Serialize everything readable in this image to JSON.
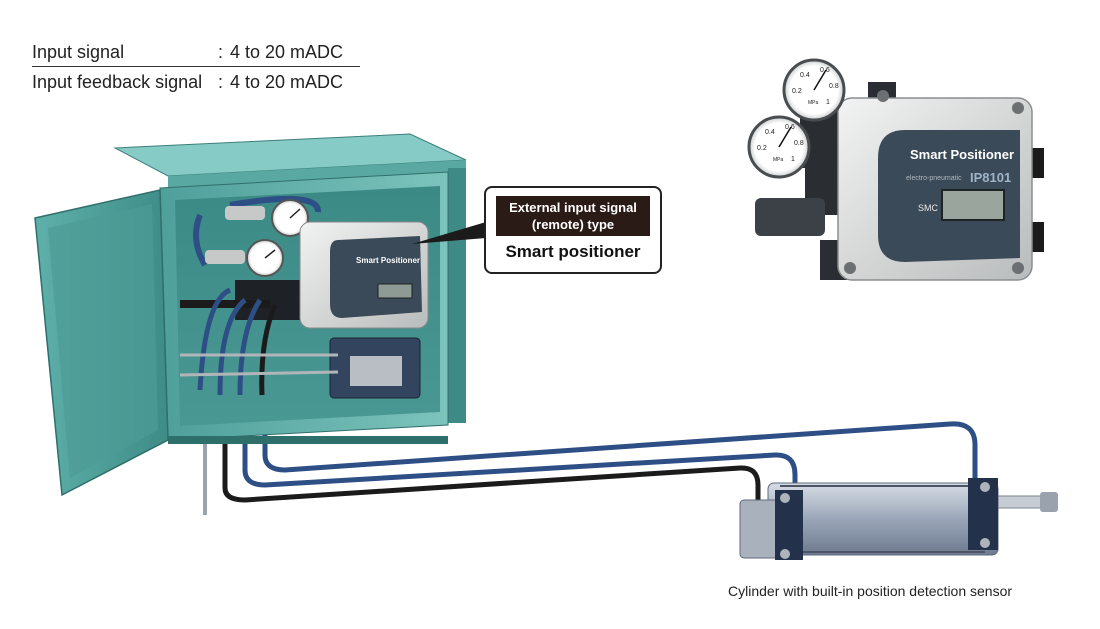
{
  "specs": [
    {
      "label": "Input signal",
      "separator": ":",
      "value": "4 to 20 mADC"
    },
    {
      "label": "Input feedback signal",
      "separator": ":",
      "value": "4 to 20 mADC"
    }
  ],
  "callout": {
    "heading": "External input signal\n(remote) type",
    "title": "Smart positioner"
  },
  "positioner": {
    "brand_text": "Smart Positioner",
    "subtitle": "electro-pneumatic",
    "model": "IP8101",
    "maker": "SMC"
  },
  "gauge": {
    "tick_labels": [
      "0.2",
      "0.4",
      "0.6",
      "0.8",
      "1"
    ],
    "unit": "MPa"
  },
  "cylinder_caption": "Cylinder with built-in position detection sensor",
  "colors": {
    "cabinet": "#6fb8b2",
    "cabinet_dark": "#3f8a86",
    "tube_blue": "#2e4f86",
    "tube_black": "#1b1b1b",
    "positioner_body": "#dcdedd",
    "positioner_face": "#3b4a58",
    "callout_head": "#2b1b17"
  }
}
